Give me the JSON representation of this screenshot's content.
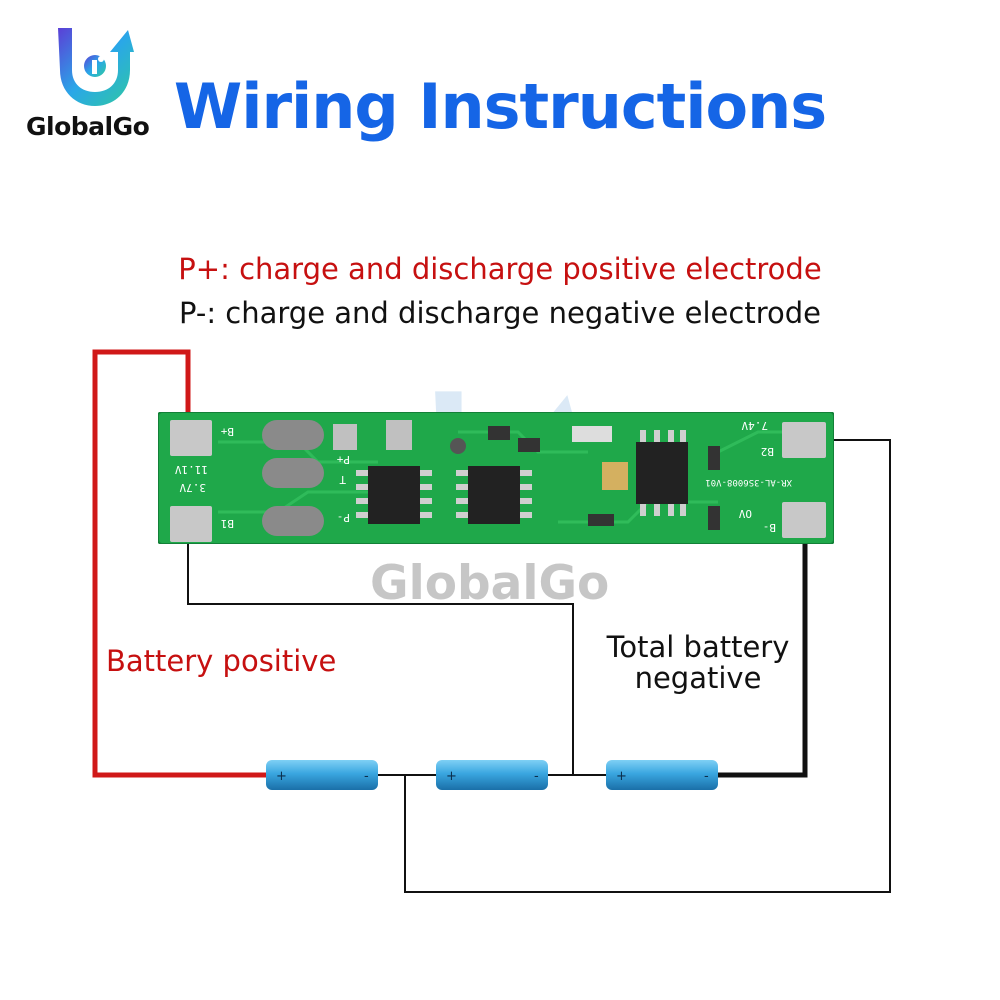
{
  "brand": {
    "logo_text": "GlobalGo",
    "watermark_text": "GlobalGo"
  },
  "header": {
    "title": "Wiring Instructions"
  },
  "legend": {
    "p_plus": "P+: charge and discharge positive electrode",
    "p_minus": "P-: charge and discharge negative electrode"
  },
  "labels": {
    "battery_positive": "Battery positive",
    "total_battery_negative_line1": "Total battery",
    "total_battery_negative_line2": "negative"
  },
  "board": {
    "silk_b_plus": "B+",
    "silk_b1": "B1",
    "silk_p_plus": "P+",
    "silk_p_minus": "P-",
    "silk_t": "T",
    "silk_11v": "11.1V",
    "silk_37v": "3.7V",
    "silk_74v": "7.4V",
    "silk_b2": "B2",
    "silk_b_minus": "B-",
    "silk_ov": "OV",
    "silk_model": "XR-AL-3S6008-V01"
  },
  "batteries": [
    {
      "plus": "+",
      "minus": "-"
    },
    {
      "plus": "+",
      "minus": "-"
    },
    {
      "plus": "+",
      "minus": "-"
    }
  ],
  "colors": {
    "title_blue": "#1565e6",
    "positive_red": "#c61010",
    "wire_black": "#111111",
    "pcb_green": "#1fa84a",
    "battery_blue": "#3aa6e0"
  }
}
